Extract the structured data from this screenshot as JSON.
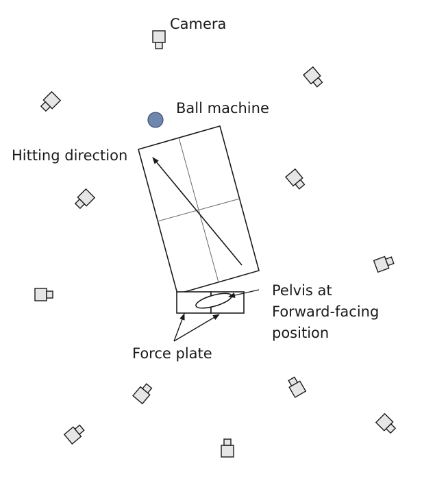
{
  "labels": {
    "camera": "Camera",
    "ball_machine": "Ball machine",
    "hitting_direction": "Hitting direction",
    "pelvis_line1": "Pelvis at",
    "pelvis_line2": "Forward-facing",
    "pelvis_line3": "position",
    "force_plate": "Force plate"
  },
  "icons": {
    "camera": "camera-icon",
    "ball_machine": "ball-machine-icon"
  },
  "colors": {
    "ball_machine": "#6f86ad",
    "ball_machine_stroke": "#3d4f70",
    "camera_fill": "#e6e6e6",
    "line": "#1a1a1a"
  }
}
